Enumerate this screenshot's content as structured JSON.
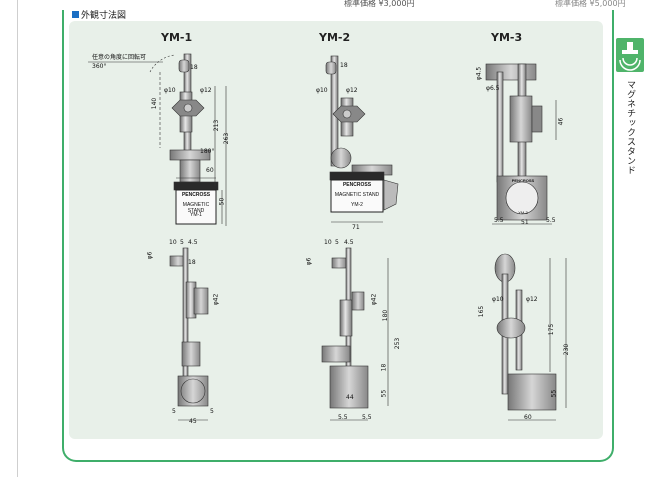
{
  "header": {
    "section_title": "外観寸法図",
    "price_fragment": "標準価格 ¥3,000円",
    "price_fragment_right": "標準価格 ¥5,000円"
  },
  "side_tab": {
    "label": "マグネチックスタンド",
    "icon": "magnet-icon",
    "color": "#4fb46a"
  },
  "colors": {
    "panel_border": "#3fae6a",
    "panel_bg": "#e8f0e9",
    "section_mark": "#1a6ec3"
  },
  "models": [
    {
      "name": "YM-1",
      "top_notes": [
        "任意の角度に回転可",
        "360°"
      ],
      "top_dims": [
        "18",
        "φ10",
        "φ12",
        "140",
        "213",
        "263",
        "180°",
        "60",
        "50"
      ],
      "plate": {
        "brand": "PENCROSS",
        "line1": "MAGNETIC STAND",
        "line2": "YM-1"
      },
      "bottom_dims": [
        "10",
        "5",
        "4.5",
        "φ6",
        "18",
        "φ42",
        "5",
        "5",
        "45"
      ]
    },
    {
      "name": "YM-2",
      "top_dims": [
        "18",
        "φ10",
        "φ12",
        "71"
      ],
      "plate": {
        "brand": "PENCROSS",
        "line1": "MAGNETIC STAND",
        "line2": "YM-2"
      },
      "bottom_dims": [
        "10",
        "5",
        "4.5",
        "φ6",
        "φ42",
        "180",
        "253",
        "18",
        "55",
        "44",
        "5.5",
        "5.5"
      ]
    },
    {
      "name": "YM-3",
      "top_dims": [
        "φ4.5",
        "φ6.5",
        "46",
        "5.5",
        "51",
        "5.5"
      ],
      "plate": {
        "brand": "PENCROSS",
        "line1": "",
        "line2": "YM-3"
      },
      "bottom_dims": [
        "φ10",
        "φ12",
        "165",
        "175",
        "230",
        "55",
        "60"
      ]
    }
  ]
}
